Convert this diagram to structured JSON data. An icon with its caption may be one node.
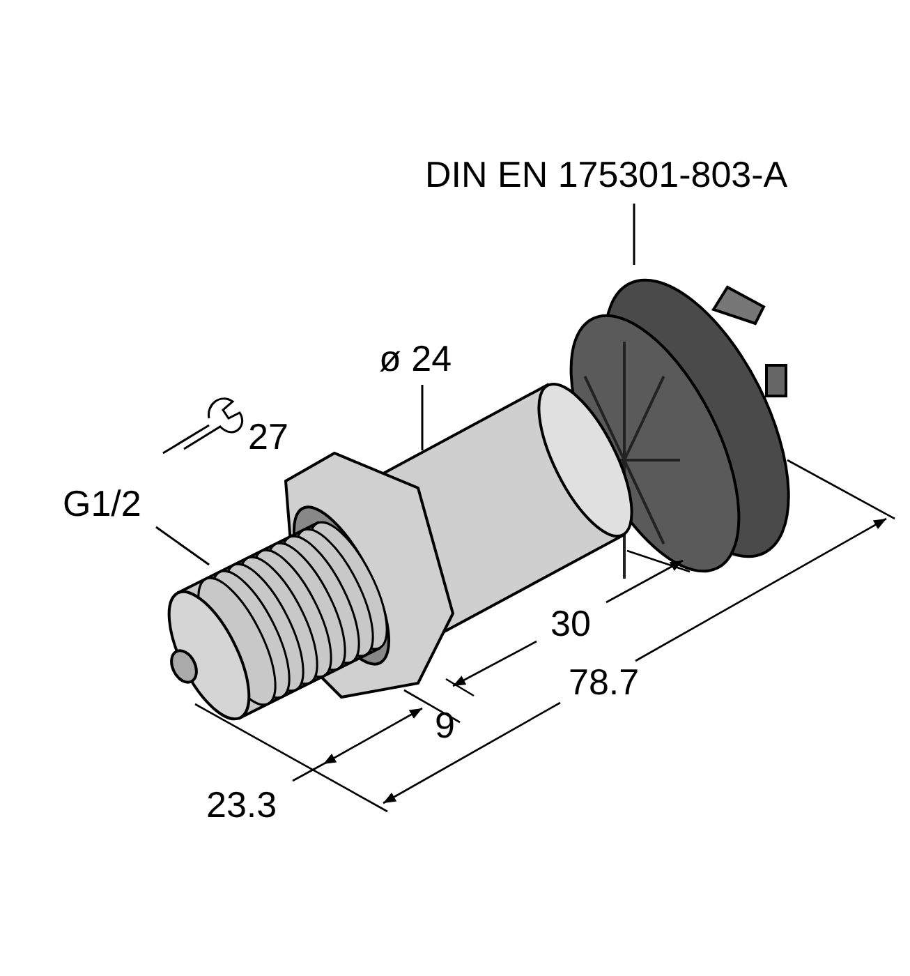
{
  "diagram": {
    "nodes": [
      {
        "text": [
          "DIN EN 175301-803-A"
        ]
      },
      {
        "text": [
          "ø 24"
        ]
      },
      {
        "text": [
          "G1/2"
        ]
      },
      {
        "text": [],
        "shape": "picture"
      },
      {
        "text": [],
        "shape": "picture"
      },
      {
        "text": [],
        "shape": "picture"
      }
    ],
    "edges": [
      {
        "from": 0,
        "to": 3,
        "arrow": "none"
      },
      {
        "from": 1,
        "to": 4,
        "arrow": "none"
      },
      {
        "from": 2,
        "to": 5,
        "arrow": "none"
      }
    ],
    "labels": [
      "27",
      "30",
      "78.7",
      "9",
      "23.3"
    ]
  }
}
